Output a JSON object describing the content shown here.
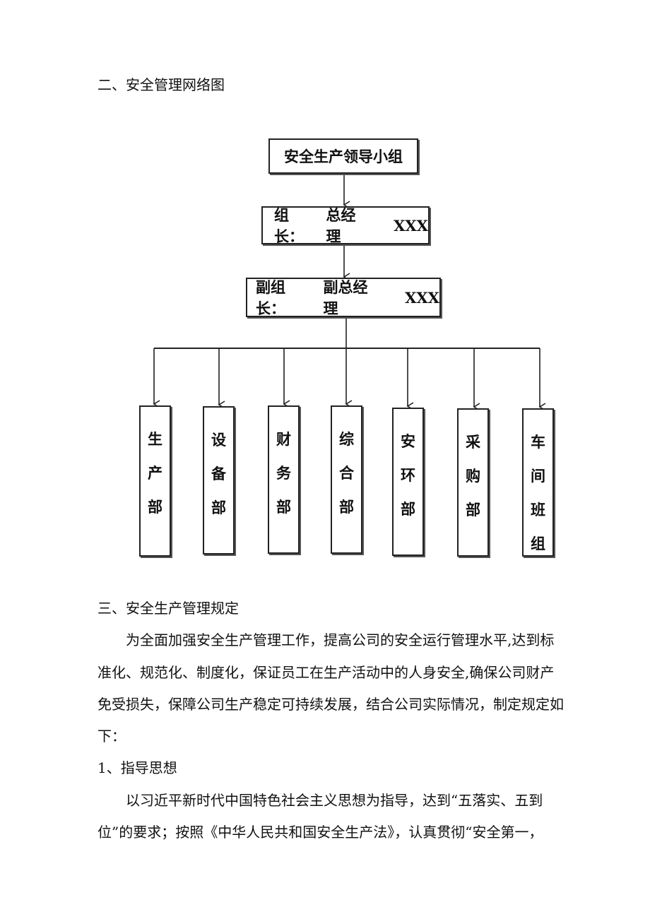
{
  "section2_title": "二、安全管理网络图",
  "chart": {
    "top_box": "安全生产领导小组",
    "leader": {
      "label": "组长：",
      "role": "总经理",
      "name": "XXX"
    },
    "deputy": {
      "label": "副组长：",
      "role": "副总经理",
      "name": "XXX"
    },
    "departments": [
      {
        "chars": [
          "生",
          "产",
          "部"
        ]
      },
      {
        "chars": [
          "设",
          "备",
          "部"
        ]
      },
      {
        "chars": [
          "财",
          "务",
          "部"
        ]
      },
      {
        "chars": [
          "综",
          "合",
          "部"
        ]
      },
      {
        "chars": [
          "安",
          "环",
          "部"
        ]
      },
      {
        "chars": [
          "采",
          "购",
          "部"
        ]
      },
      {
        "chars": [
          "车",
          "间",
          "班",
          "组"
        ]
      }
    ]
  },
  "section3_title": "三、安全生产管理规定",
  "paragraph1_lines": [
    "为全面加强安全生产管理工作，提高公司的安全运行管理水平,达到标",
    "准化、规范化、制度化，保证员工在生产活动中的人身安全,确保公司财产",
    "免受损失，保障公司生产稳定可持续发展，结合公司实际情况，制定规定如",
    "下："
  ],
  "item1_title": "1、指导思想",
  "paragraph2_lines": [
    "以习近平新时代中国特色社会主义思想为指导，达到“五落实、五到",
    "位”的要求；按照《中华人民共和国安全生产法》，认真贯彻“安全第一，"
  ]
}
